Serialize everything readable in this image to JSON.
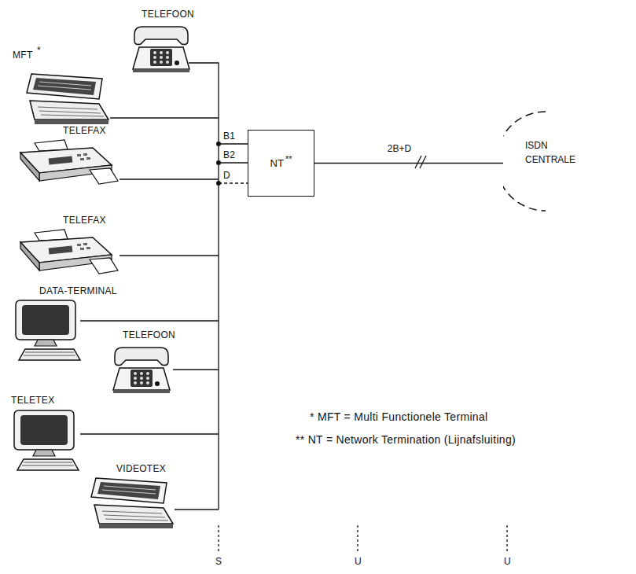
{
  "diagram": {
    "nodes": [
      {
        "text": [
          "NT",
          "**"
        ]
      },
      {
        "text": [
          "ISDN CENTRALE"
        ]
      }
    ],
    "edges": [
      {
        "from": 0,
        "to": 1,
        "arrow": "none",
        "label": "2B+D"
      }
    ],
    "labels": [
      "TELEFOON",
      "MFT",
      "*",
      "TELEFAX",
      "TELEFAX",
      "DATA-TERMINAL",
      "TELEFOON",
      "TELETEX",
      "VIDEOTEX",
      "B1",
      "B2",
      "D",
      "* MFT = Multi Functionele Terminal",
      "** NT = Network Termination (Lijnafsluiting)",
      "S",
      "U",
      "U"
    ]
  }
}
